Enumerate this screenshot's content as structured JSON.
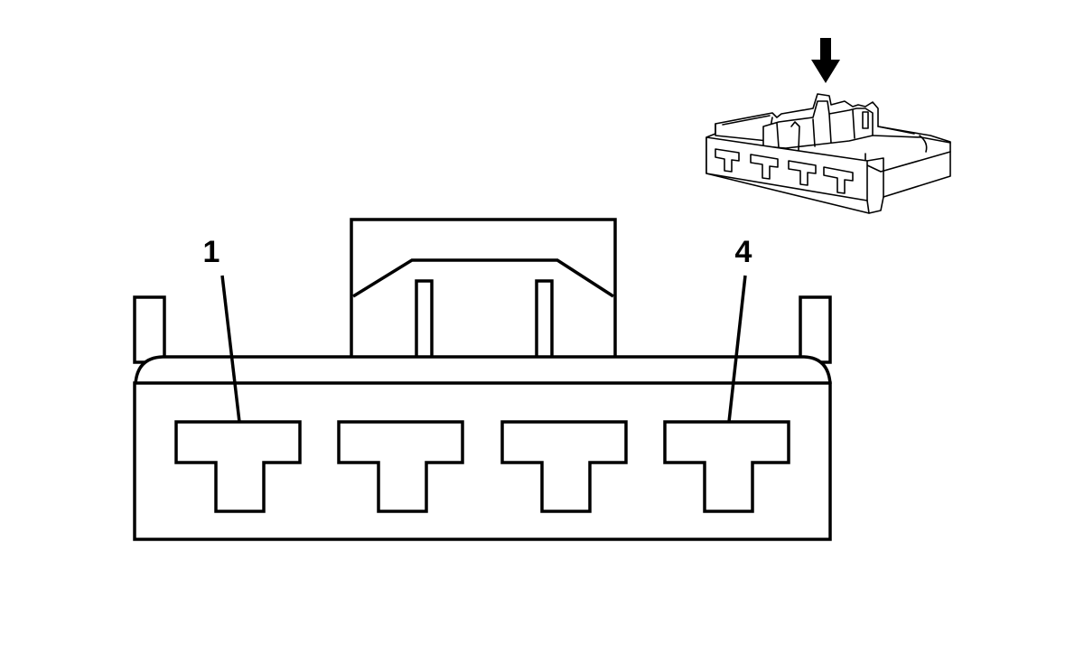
{
  "diagram": {
    "pin_labels": {
      "first": "1",
      "last": "4"
    },
    "pin_count": 4,
    "line_color": "#000000",
    "fill_color": "#ffffff",
    "icons": {
      "insertion_arrow": "arrow-down-icon",
      "connector_thumbnail": "connector-isometric-icon"
    }
  }
}
